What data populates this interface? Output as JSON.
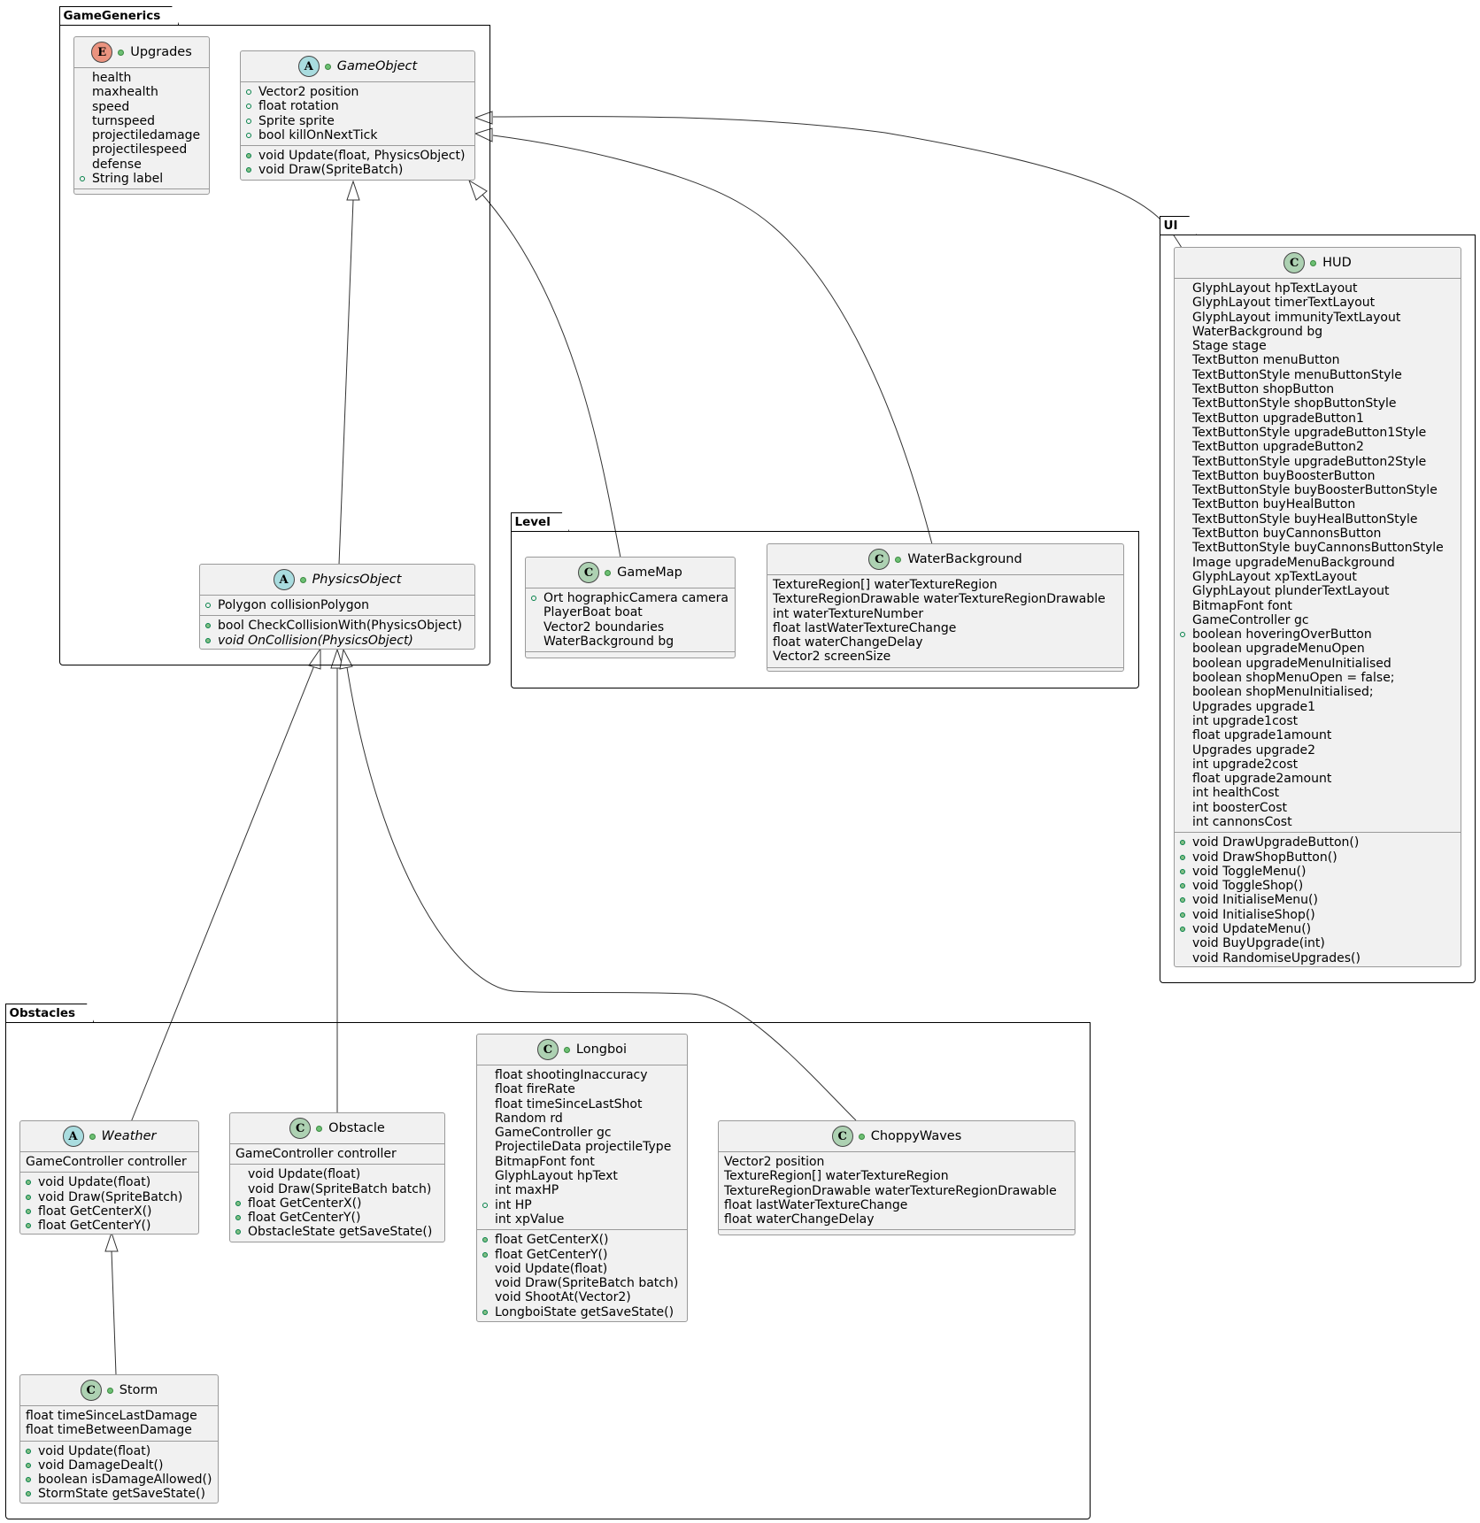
{
  "packages": {
    "generics": "GameGenerics",
    "ui": "UI",
    "level": "Level",
    "obstacles": "Obstacles"
  },
  "classes": {
    "upgrades": {
      "name": "Upgrades",
      "stereotype": "E",
      "fields": [
        "health",
        "maxhealth",
        "speed",
        "turnspeed",
        "projectiledamage",
        "projectilespeed",
        "defense",
        "String label"
      ]
    },
    "gameobject": {
      "name": "GameObject",
      "stereotype": "A",
      "fields": [
        "Vector2 position",
        "float rotation",
        "Sprite sprite",
        "bool killOnNextTick"
      ],
      "methods": [
        "void Update(float, PhysicsObject)",
        "void Draw(SpriteBatch)"
      ]
    },
    "physicsobject": {
      "name": "PhysicsObject",
      "stereotype": "A",
      "fields": [
        "Polygon collisionPolygon"
      ],
      "methods": [
        "bool CheckCollisionWith(PhysicsObject)",
        "void OnCollision(PhysicsObject)"
      ]
    },
    "hud": {
      "name": "HUD",
      "stereotype": "C",
      "fields": [
        "GlyphLayout hpTextLayout",
        "GlyphLayout timerTextLayout",
        "GlyphLayout immunityTextLayout",
        "WaterBackground bg",
        "Stage stage",
        "TextButton menuButton",
        "TextButtonStyle menuButtonStyle",
        "TextButton shopButton",
        "TextButtonStyle shopButtonStyle",
        "TextButton upgradeButton1",
        "TextButtonStyle upgradeButton1Style",
        "TextButton upgradeButton2",
        "TextButtonStyle upgradeButton2Style",
        "TextButton buyBoosterButton",
        "TextButtonStyle buyBoosterButtonStyle",
        "TextButton buyHealButton",
        "TextButtonStyle buyHealButtonStyle",
        "TextButton buyCannonsButton",
        "TextButtonStyle buyCannonsButtonStyle",
        "Image upgradeMenuBackground",
        "GlyphLayout xpTextLayout",
        "GlyphLayout plunderTextLayout",
        "BitmapFont font",
        "GameController gc",
        "boolean hoveringOverButton",
        "boolean upgradeMenuOpen",
        "boolean upgradeMenuInitialised",
        "boolean shopMenuOpen = false;",
        "boolean shopMenuInitialised;",
        "Upgrades upgrade1",
        "int upgrade1cost",
        "float upgrade1amount",
        "Upgrades upgrade2",
        "int upgrade2cost",
        "float upgrade2amount",
        "int healthCost",
        "int boosterCost",
        "int cannonsCost"
      ],
      "methods": [
        "void DrawUpgradeButton()",
        "void DrawShopButton()",
        "void ToggleMenu()",
        "void ToggleShop()",
        "void InitialiseMenu()",
        "void InitialiseShop()",
        "void UpdateMenu()",
        "void BuyUpgrade(int)",
        "void RandomiseUpgrades()"
      ]
    },
    "gamemap": {
      "name": "GameMap",
      "stereotype": "C",
      "fields": [
        "Ort hographicCamera camera",
        "PlayerBoat boat",
        "Vector2 boundaries",
        "WaterBackground bg"
      ]
    },
    "waterbackground": {
      "name": "WaterBackground",
      "stereotype": "C",
      "fields": [
        "TextureRegion[] waterTextureRegion",
        "TextureRegionDrawable waterTextureRegionDrawable",
        "int waterTextureNumber",
        "float lastWaterTextureChange",
        "float waterChangeDelay",
        "Vector2 screenSize"
      ]
    },
    "weather": {
      "name": "Weather",
      "stereotype": "A",
      "fields": [
        "GameController controller"
      ],
      "methods": [
        "void Update(float)",
        "void Draw(SpriteBatch)",
        "float GetCenterX()",
        "float GetCenterY()"
      ]
    },
    "obstacle": {
      "name": "Obstacle",
      "stereotype": "C",
      "fields": [
        "GameController controller"
      ],
      "methods": [
        "void Update(float)",
        "void Draw(SpriteBatch batch)",
        "float GetCenterX()",
        "float GetCenterY()",
        "ObstacleState getSaveState()"
      ]
    },
    "longboi": {
      "name": "Longboi",
      "stereotype": "C",
      "fields": [
        "float shootingInaccuracy",
        "float fireRate",
        "float timeSinceLastShot",
        "Random rd",
        "GameController gc",
        "ProjectileData projectileType",
        "BitmapFont font",
        "GlyphLayout hpText",
        "int maxHP",
        "int HP",
        "int xpValue"
      ],
      "methods": [
        "float GetCenterX()",
        "float GetCenterY()",
        "void Update(float)",
        "void Draw(SpriteBatch batch)",
        "void ShootAt(Vector2)",
        "LongboiState getSaveState()"
      ]
    },
    "choppywaves": {
      "name": "ChoppyWaves",
      "stereotype": "C",
      "fields": [
        "Vector2 position",
        "TextureRegion[] waterTextureRegion",
        "TextureRegionDrawable waterTextureRegionDrawable",
        "float lastWaterTextureChange",
        "float waterChangeDelay"
      ]
    },
    "storm": {
      "name": "Storm",
      "stereotype": "C",
      "fields": [
        "float timeSinceLastDamage",
        "float timeBetweenDamage"
      ],
      "methods": [
        "void Update(float)",
        "void DamageDealt()",
        "boolean isDamageAllowed()",
        "StormState getSaveState()"
      ]
    }
  }
}
